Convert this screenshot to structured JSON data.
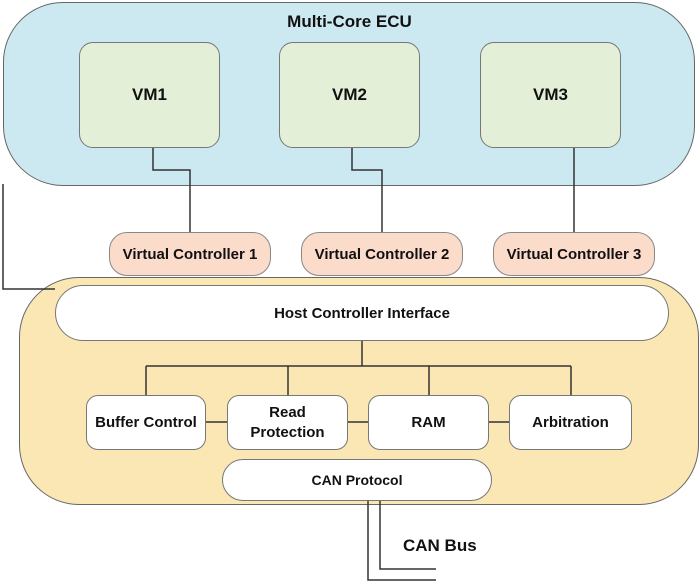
{
  "ecu": {
    "title": "Multi-Core ECU"
  },
  "vms": [
    "VM1",
    "VM2",
    "VM3"
  ],
  "virtual_controllers": [
    "Virtual Controller 1",
    "Virtual Controller 2",
    "Virtual Controller 3"
  ],
  "host": {
    "interface": "Host Controller Interface",
    "blocks": {
      "buffer_control": "Buffer Control",
      "read_protection_line1": "Read",
      "read_protection_line2": "Protection",
      "ram": "RAM",
      "arbitration": "Arbitration"
    },
    "can_protocol": "CAN Protocol"
  },
  "can_bus": "CAN Bus"
}
